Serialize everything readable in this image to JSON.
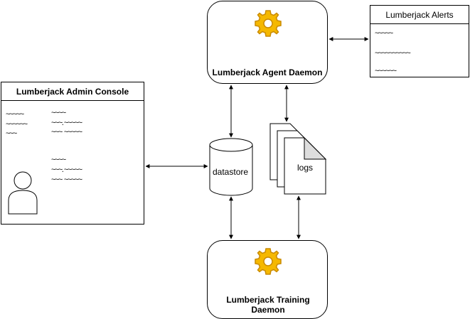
{
  "agent": {
    "title": "Lumberjack Agent Daemon"
  },
  "training": {
    "title": "Lumberjack Training Daemon"
  },
  "alerts": {
    "title": "Lumberjack Alerts",
    "lines": [
      "~~~~~",
      "~~~~~~~~~~",
      "~~~~~~"
    ]
  },
  "admin": {
    "title": "Lumberjack Admin Console",
    "left_lines": [
      "~~~~~",
      "~~~~~~",
      "~~~"
    ],
    "group1": [
      "~~~~",
      "~~~. ~~~~~",
      "~~~  ~~~~~"
    ],
    "group2": [
      "~~~~",
      "~~~. ~~~~~",
      "~~~  ~~~~~"
    ]
  },
  "datastore": {
    "label": "datastore"
  },
  "logs": {
    "label": "logs"
  },
  "icons": {
    "gear": "gear-icon",
    "user": "user-icon"
  },
  "colors": {
    "gear": "#f5b800",
    "gear_dark": "#c98a00"
  }
}
